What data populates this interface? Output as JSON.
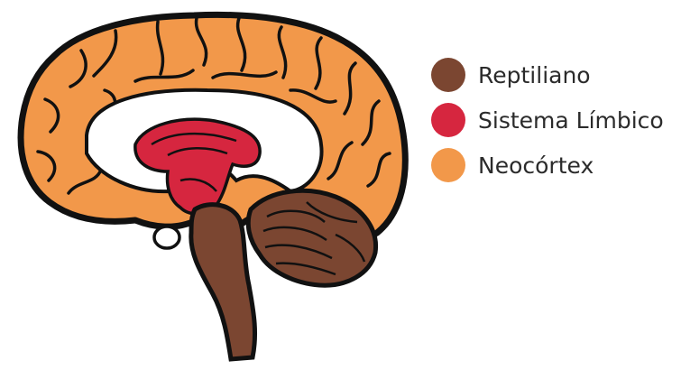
{
  "legend": {
    "items": [
      {
        "key": "reptilian",
        "label": "Reptiliano",
        "color": "#7b4631"
      },
      {
        "key": "limbic",
        "label": "Sistema Límbico",
        "color": "#d6263f"
      },
      {
        "key": "neocortex",
        "label": "Neocórtex",
        "color": "#f2984a"
      }
    ]
  },
  "colors": {
    "neocortex": "#f2984a",
    "limbic": "#d6263f",
    "reptilian": "#7b4631",
    "outline": "#111111",
    "inner": "#ffffff"
  },
  "icons": [
    "brain-sagittal-illustration"
  ]
}
